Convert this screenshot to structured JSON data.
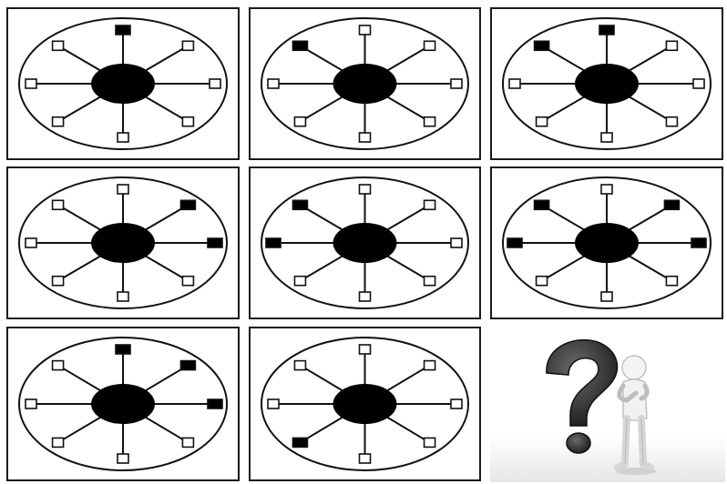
{
  "puzzle": {
    "positions": [
      "top",
      "top-right",
      "right",
      "bottom-right",
      "bottom",
      "bottom-left",
      "left",
      "top-left"
    ],
    "cells": [
      {
        "filled": [
          "top"
        ]
      },
      {
        "filled": [
          "top-left"
        ]
      },
      {
        "filled": [
          "top",
          "top-left"
        ]
      },
      {
        "filled": [
          "top-right",
          "right"
        ]
      },
      {
        "filled": [
          "top-left",
          "left"
        ]
      },
      {
        "filled": [
          "top-right",
          "right",
          "top-left",
          "left"
        ]
      },
      {
        "filled": [
          "top",
          "top-right",
          "right"
        ]
      },
      {
        "filled": [
          "bottom-left"
        ]
      }
    ],
    "answer_icon": "question-mark-figure-icon"
  }
}
